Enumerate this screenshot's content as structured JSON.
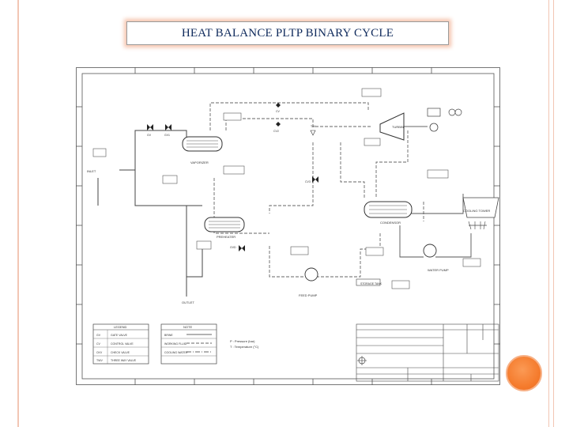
{
  "slide": {
    "title": "HEAT BALANCE PLTP BINARY CYCLE",
    "accent_color": "#f57c2e",
    "rule_color": "#f2c6b4",
    "title_color": "#0f2a5c"
  },
  "diagram": {
    "labels": {
      "gv": "GV",
      "gv1": "GV1",
      "cv": "CV",
      "cv2": "CV2",
      "cv3": "CV3",
      "gvd": "GVD",
      "tav": "TAV",
      "inlet": "INLET",
      "outlet": "OUTLET",
      "turbin": "TURBIN",
      "condenser": "CONDENSOR",
      "cooling_tower": "COOLING TOWER",
      "vaporizer": "VAPORIZER",
      "preheater": "PREHEATER",
      "feed_pump": "FEED PUMP",
      "storage_tank": "STORAGE TANK",
      "water_pump": "WATER PUMP"
    },
    "legend": {
      "title": "LEGEND",
      "rows": [
        {
          "code": "GV",
          "desc": "GATE VALVE"
        },
        {
          "code": "CV",
          "desc": "CONTROL VALVE"
        },
        {
          "code": "CKV",
          "desc": "CHECK VALVE"
        },
        {
          "code": "TWV",
          "desc": "THREE WAY VALVE"
        }
      ]
    },
    "note": {
      "title": "NOTE",
      "rows": [
        {
          "label": "BRINE"
        },
        {
          "label": "WORKING FLUID"
        },
        {
          "label": "COOLING WATER"
        }
      ],
      "p_line": "P : Pressure (bar)",
      "t_line": "T : Temperature (°C)"
    }
  }
}
